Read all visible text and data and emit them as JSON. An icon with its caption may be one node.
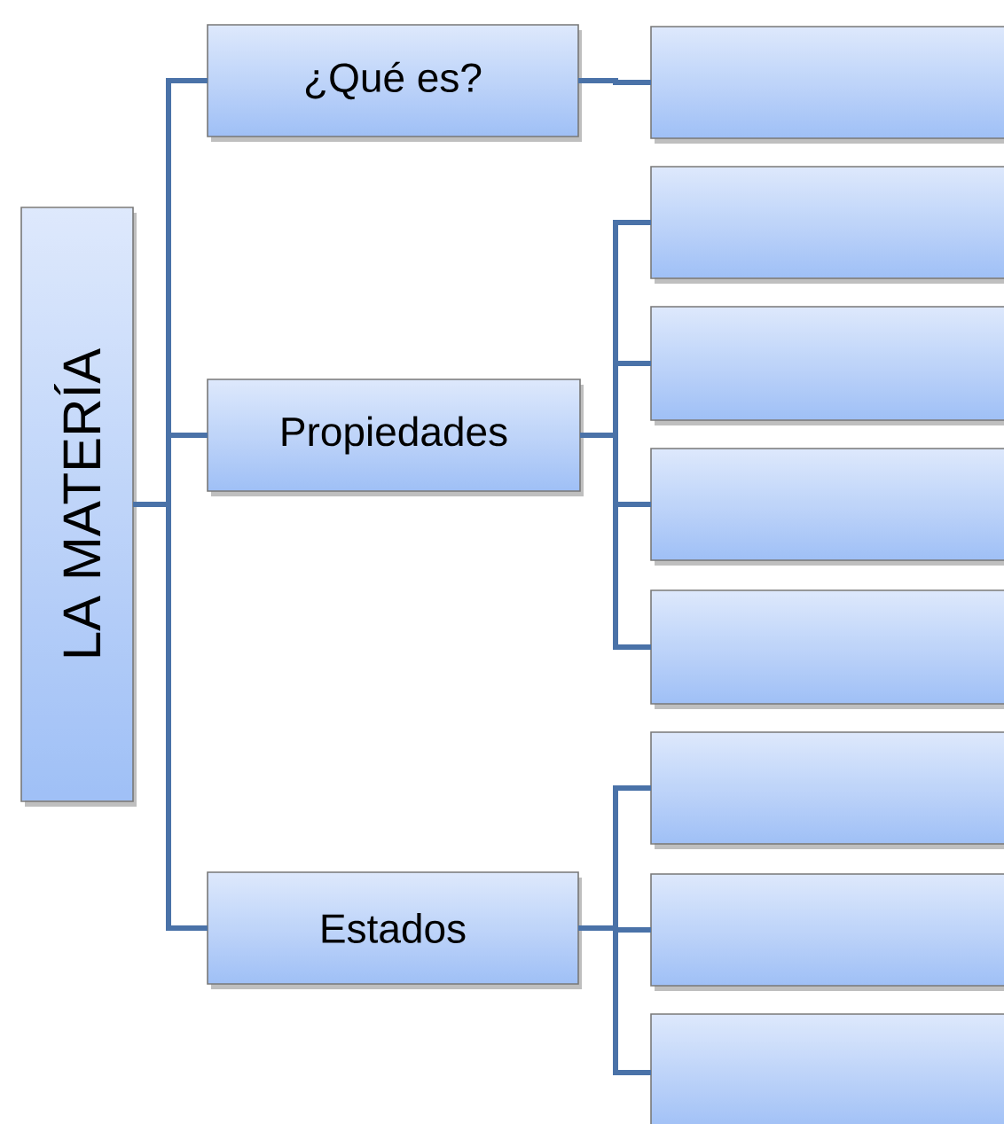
{
  "diagram": {
    "nodes": [
      {
        "text": [
          "LA MATERÍA"
        ]
      },
      {
        "text": [
          "¿Qué es?"
        ]
      },
      {
        "text": [
          "Propiedades"
        ]
      },
      {
        "text": [
          "Estados"
        ]
      },
      {
        "text": [],
        "shape": "box"
      },
      {
        "text": [],
        "shape": "box"
      },
      {
        "text": [],
        "shape": "box"
      },
      {
        "text": [],
        "shape": "box"
      },
      {
        "text": [],
        "shape": "box"
      },
      {
        "text": [],
        "shape": "box"
      },
      {
        "text": [],
        "shape": "box"
      },
      {
        "text": [],
        "shape": "box"
      }
    ],
    "edges": [
      {
        "from": 0,
        "to": 1,
        "arrow": "none"
      },
      {
        "from": 0,
        "to": 2,
        "arrow": "none"
      },
      {
        "from": 0,
        "to": 3,
        "arrow": "none"
      },
      {
        "from": 1,
        "to": 4,
        "arrow": "none"
      },
      {
        "from": 2,
        "to": 5,
        "arrow": "none"
      },
      {
        "from": 2,
        "to": 6,
        "arrow": "none"
      },
      {
        "from": 2,
        "to": 7,
        "arrow": "none"
      },
      {
        "from": 2,
        "to": 8,
        "arrow": "none"
      },
      {
        "from": 3,
        "to": 9,
        "arrow": "none"
      },
      {
        "from": 3,
        "to": 10,
        "arrow": "none"
      },
      {
        "from": 3,
        "to": 11,
        "arrow": "none"
      }
    ]
  }
}
